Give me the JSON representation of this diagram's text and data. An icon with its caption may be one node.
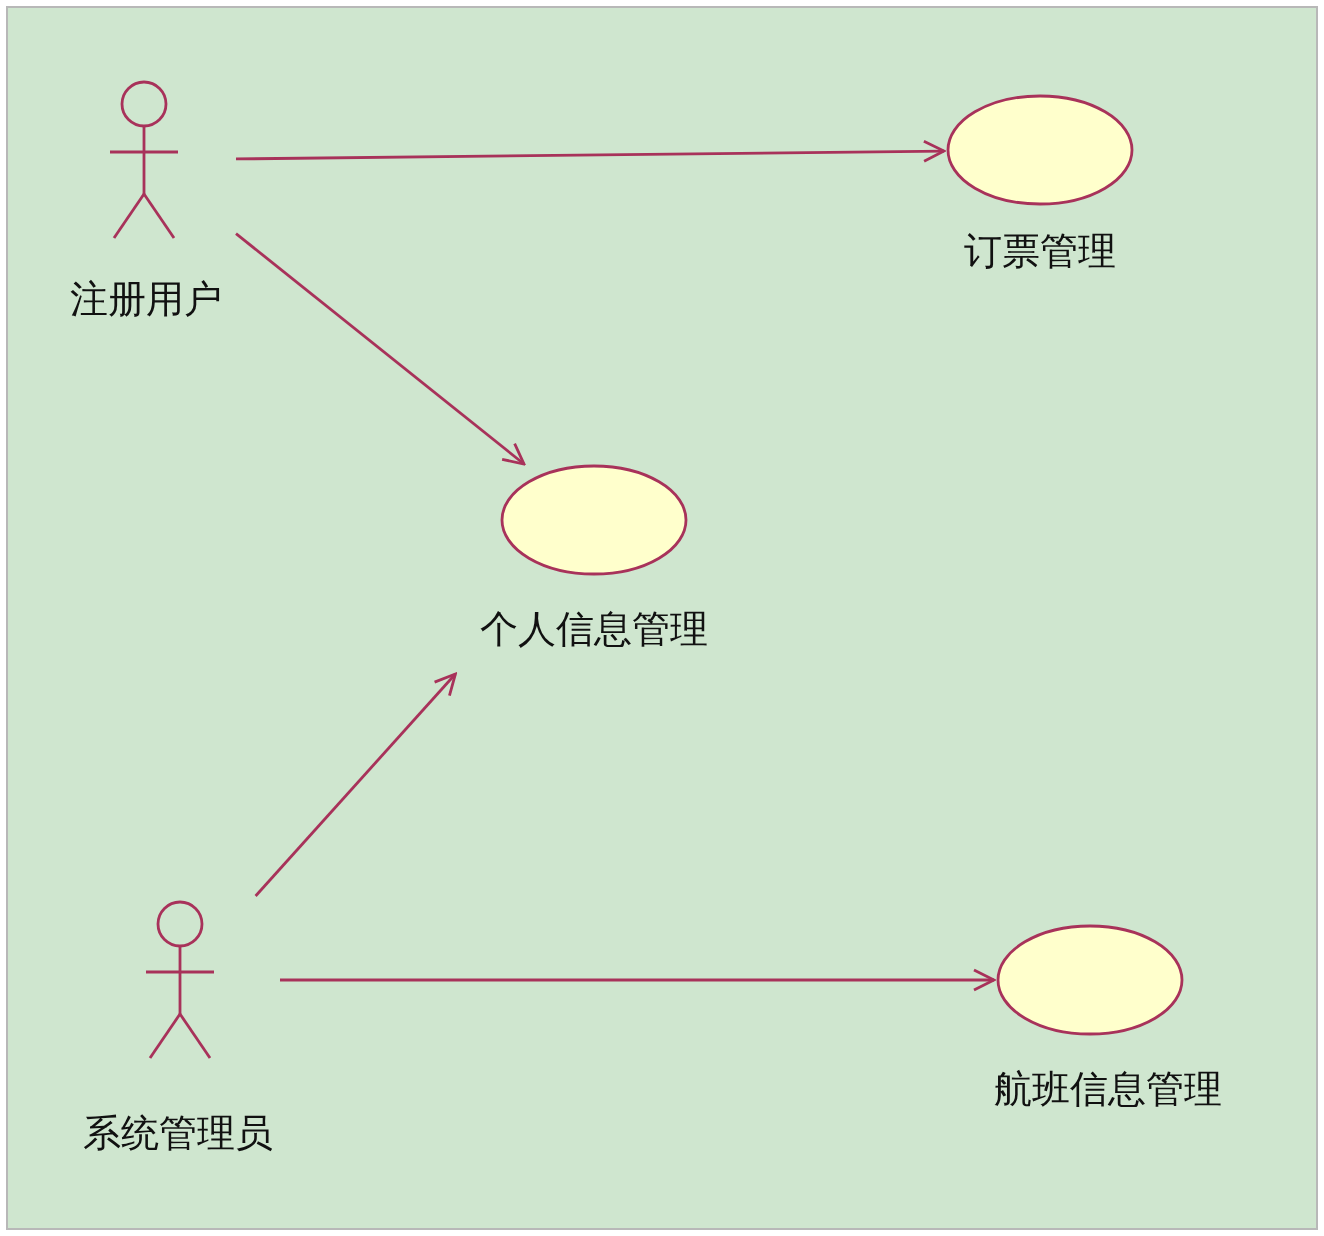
{
  "diagram": {
    "nodes": [
      {
        "text": [
          "注册用户"
        ]
      },
      {
        "text": [
          "订票管理"
        ]
      },
      {
        "text": [
          "个人信息管理"
        ]
      },
      {
        "text": [
          "系统管理员"
        ]
      },
      {
        "text": [
          "航班信息管理"
        ]
      }
    ],
    "edges": [
      {
        "from": 0,
        "to": 1,
        "arrow": "to"
      },
      {
        "from": 0,
        "to": 2,
        "arrow": "to"
      },
      {
        "from": 3,
        "to": 2,
        "arrow": "to"
      },
      {
        "from": 3,
        "to": 4,
        "arrow": "to"
      }
    ]
  }
}
